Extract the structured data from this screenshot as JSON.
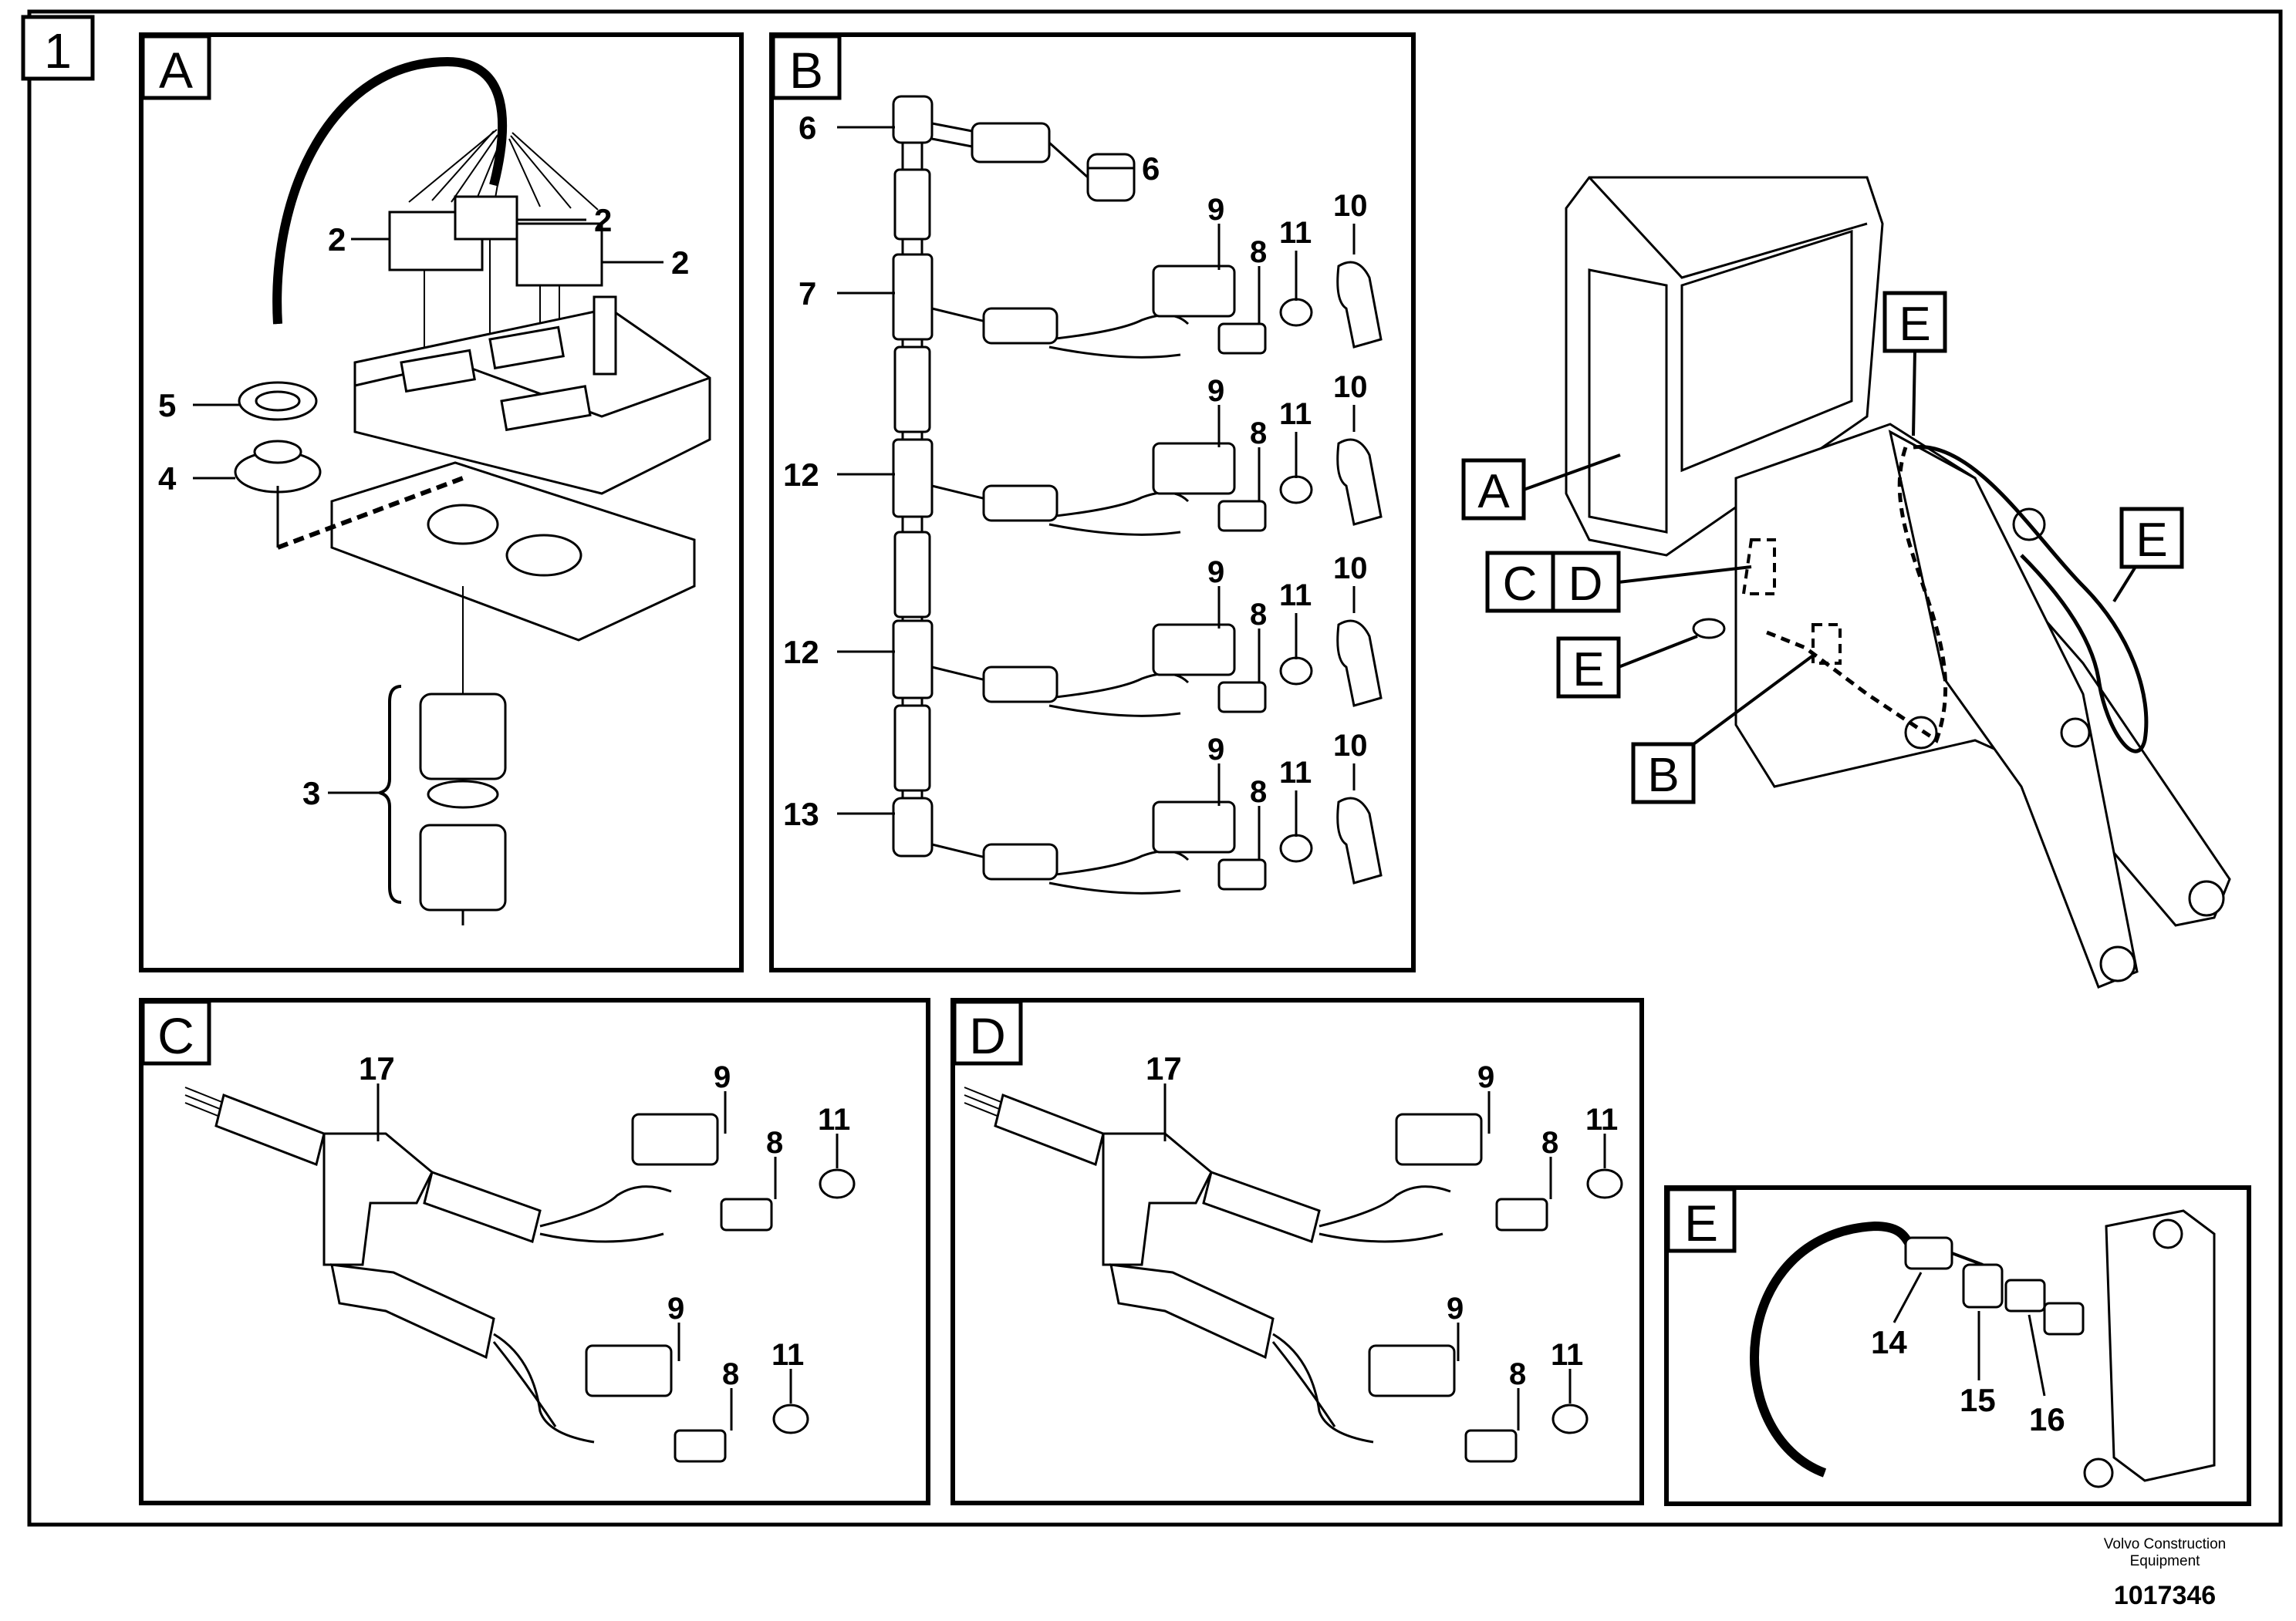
{
  "figure_number": "1",
  "panels": {
    "A": {
      "letter": "A",
      "callouts": {
        "c2a": "2",
        "c2b": "2",
        "c2c": "2",
        "c5": "5",
        "c4": "4",
        "c3": "3"
      }
    },
    "B": {
      "letter": "B",
      "callouts": {
        "c6a": "6",
        "c6b": "6",
        "c7": "7",
        "c12a": "12",
        "c12b": "12",
        "c13": "13",
        "c9": "9",
        "c8": "8",
        "c11": "11",
        "c10": "10"
      }
    },
    "C": {
      "letter": "C",
      "callouts": {
        "c17": "17",
        "c9": "9",
        "c8": "8",
        "c11": "11"
      }
    },
    "D": {
      "letter": "D",
      "callouts": {
        "c17": "17",
        "c9": "9",
        "c8": "8",
        "c11": "11"
      }
    },
    "E": {
      "letter": "E",
      "callouts": {
        "c14": "14",
        "c15": "15",
        "c16": "16"
      }
    }
  },
  "overview_labels": {
    "A": "A",
    "C": "C",
    "D": "D",
    "E1": "E",
    "E2": "E",
    "E3": "E",
    "B": "B"
  },
  "footer": {
    "brand_line1": "Volvo Construction",
    "brand_line2": "Equipment",
    "drawing_number": "1017346"
  }
}
